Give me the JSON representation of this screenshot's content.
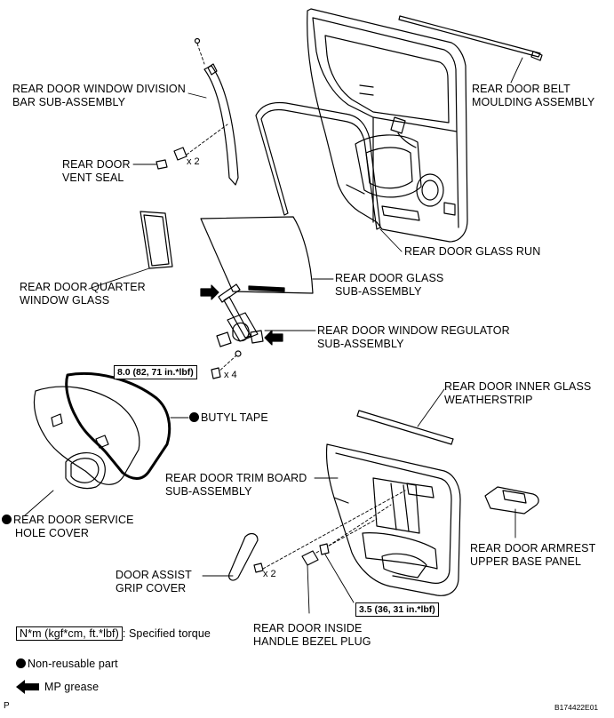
{
  "labels": {
    "division_bar": [
      "REAR DOOR WINDOW DIVISION",
      "BAR SUB-ASSEMBLY"
    ],
    "vent_seal": [
      "REAR DOOR",
      "VENT SEAL"
    ],
    "belt_moulding": [
      "REAR DOOR BELT",
      "MOULDING ASSEMBLY"
    ],
    "glass_run": [
      "REAR DOOR GLASS RUN"
    ],
    "quarter_glass": [
      "REAR DOOR QUARTER",
      "WINDOW GLASS"
    ],
    "door_glass": [
      "REAR DOOR GLASS",
      "SUB-ASSEMBLY"
    ],
    "regulator": [
      "REAR DOOR WINDOW REGULATOR",
      "SUB-ASSEMBLY"
    ],
    "butyl_tape": [
      "BUTYL TAPE"
    ],
    "inner_weatherstrip": [
      "REAR DOOR INNER GLASS",
      "WEATHERSTRIP"
    ],
    "trim_board": [
      "REAR DOOR TRIM BOARD",
      "SUB-ASSEMBLY"
    ],
    "service_cover": [
      "REAR DOOR SERVICE",
      "HOLE COVER"
    ],
    "armrest_panel": [
      "REAR DOOR ARMREST",
      "UPPER BASE PANEL"
    ],
    "grip_cover": [
      "DOOR ASSIST",
      "GRIP COVER"
    ],
    "bezel_plug": [
      "REAR DOOR INSIDE",
      "HANDLE BEZEL PLUG"
    ]
  },
  "quantities": {
    "vent_seal_screws": "x 2",
    "regulator_bolts": "x 4",
    "grip_screws": "x 2"
  },
  "torques": {
    "regulator": "8.0 (82, 71 in.*lbf)",
    "trim": "3.5 (36, 31 in.*lbf)"
  },
  "legend": {
    "torque_unit": "N*m (kgf*cm, ft.*lbf)",
    "torque_desc": ": Specified torque",
    "non_reusable": "Non-reusable part",
    "grease": "MP grease"
  },
  "footer": {
    "left": "P",
    "code": "B174422E01"
  }
}
